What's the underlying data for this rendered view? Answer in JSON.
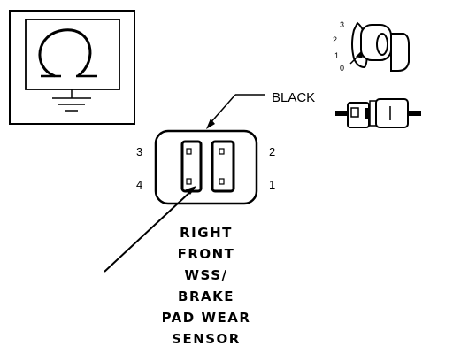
{
  "connector": {
    "color_label": "BLACK",
    "pins": [
      "1",
      "2",
      "3",
      "4"
    ]
  },
  "ignition_key": {
    "positions": [
      "0",
      "1",
      "2",
      "3"
    ]
  },
  "component_name": {
    "lines": [
      "RIGHT",
      "FRONT",
      "WSS/",
      "BRAKE",
      "PAD WEAR",
      "SENSOR"
    ]
  },
  "icons": [
    "ground-symbol-icon",
    "ignition-key-icon",
    "connector-pair-icon"
  ],
  "colors": {
    "ink": "#000000",
    "background": "#ffffff"
  }
}
